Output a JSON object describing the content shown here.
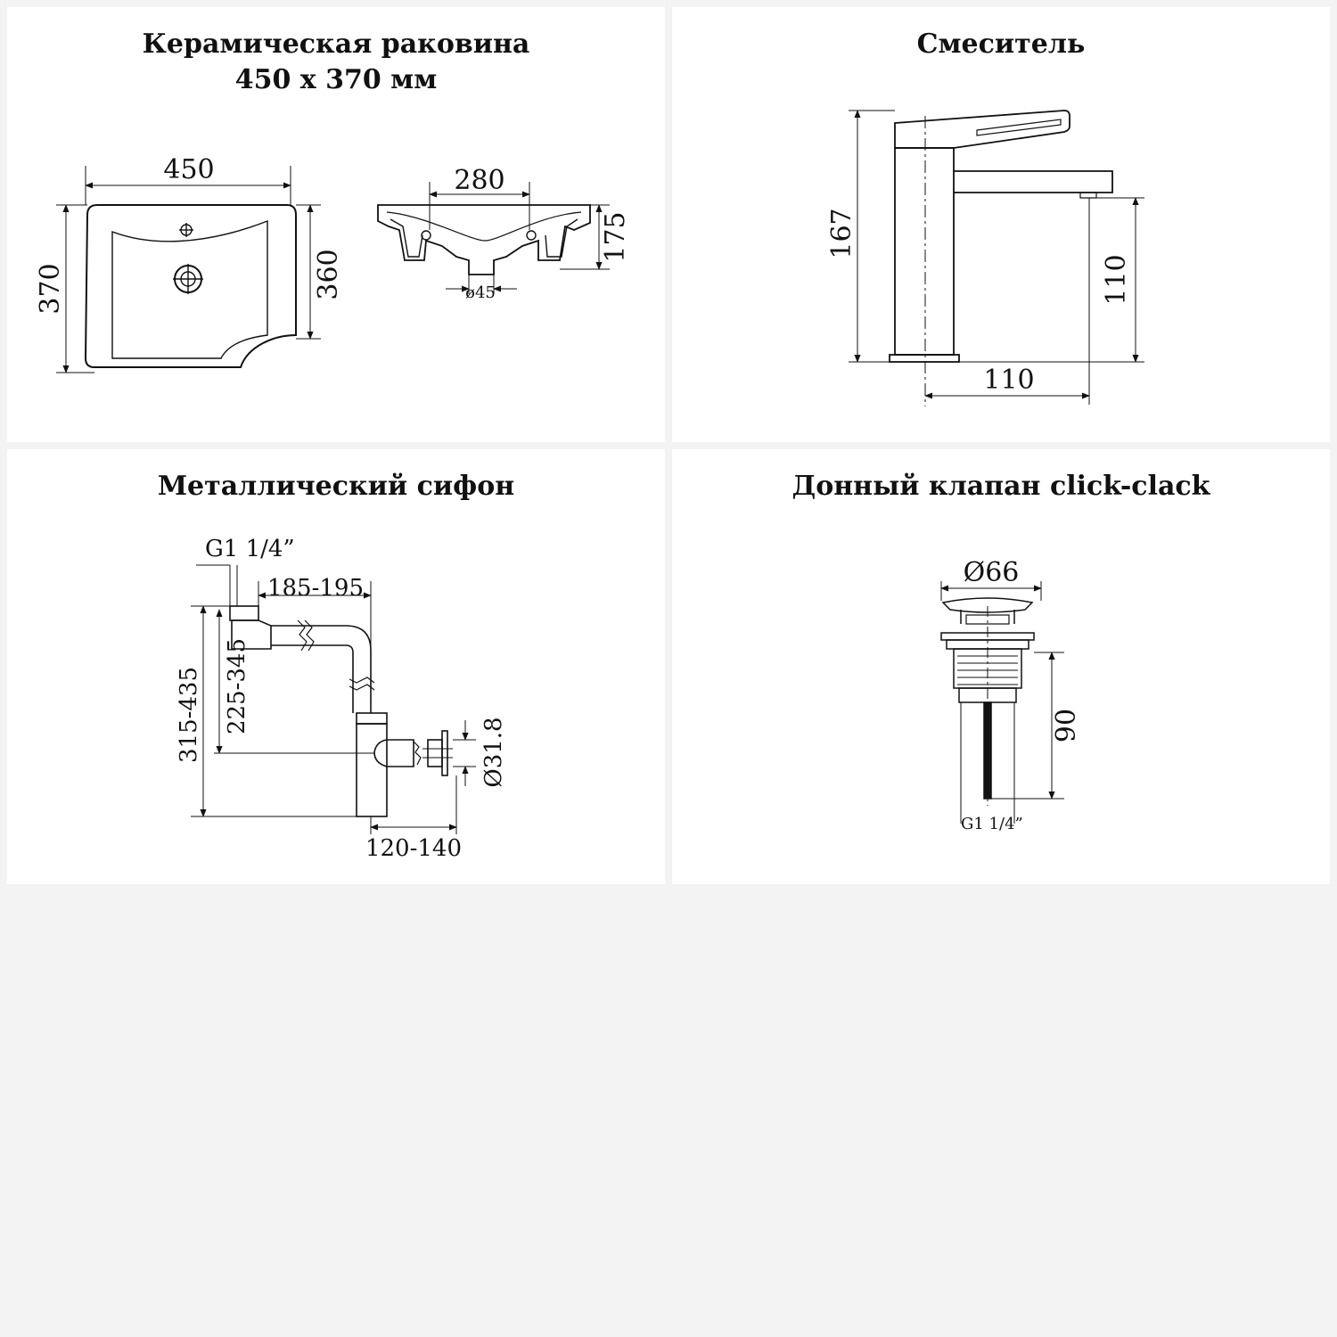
{
  "colors": {
    "background": "#f3f3f3",
    "panel": "#ffffff",
    "ink": "#111111"
  },
  "sink": {
    "title_line1": "Керамическая раковина",
    "title_line2": "450 x 370 мм",
    "dim_width": "450",
    "dim_height": "370",
    "dim_depth": "360",
    "dim_bowl": "280",
    "dim_side_height": "175",
    "dim_drain": "ø45"
  },
  "mixer": {
    "title": "Смеситель",
    "dim_height": "167",
    "dim_spout_height": "110",
    "dim_reach": "110"
  },
  "siphon": {
    "title": "Металлический сифон",
    "dim_thread": "G1 1/4”",
    "dim_horizontal": "185-195",
    "dim_total_height": "315-435",
    "dim_inlet_height": "225-345",
    "dim_outlet_diameter": "Ø31.8",
    "dim_wall_offset": "120-140"
  },
  "valve": {
    "title": "Донный клапан click-clack",
    "dim_diameter": "Ø66",
    "dim_length": "90",
    "dim_thread": "G1 1/4”"
  }
}
